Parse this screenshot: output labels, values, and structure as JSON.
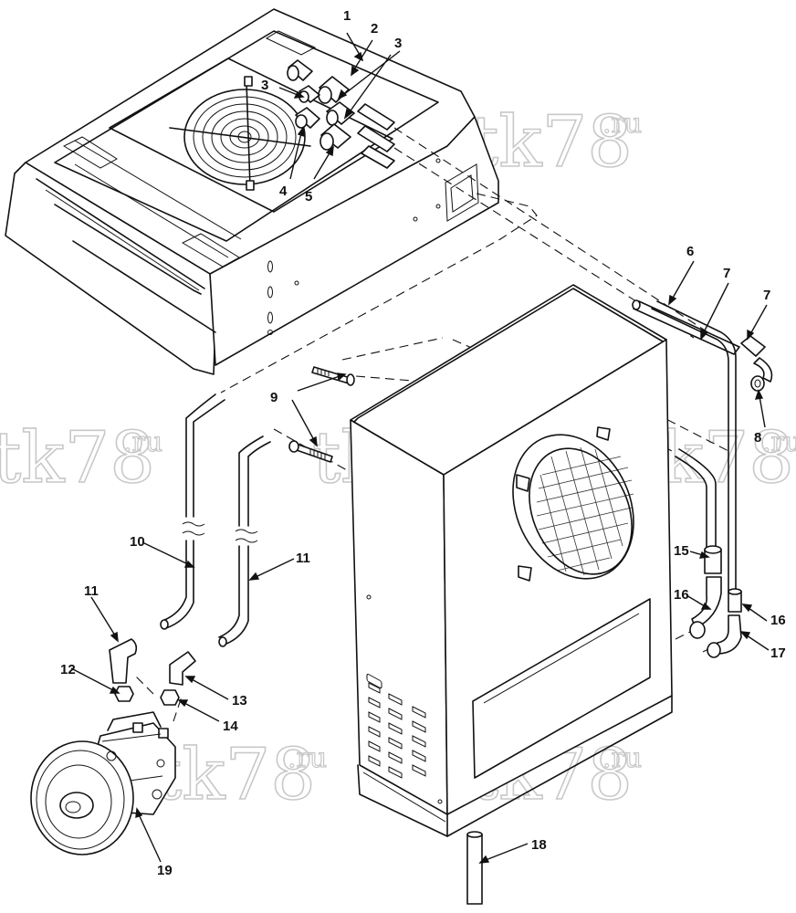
{
  "watermark": {
    "main": "tk78",
    "suffix": ".ru"
  },
  "labels": [
    "1",
    "2",
    "3",
    "3",
    "4",
    "5",
    "6",
    "7",
    "7",
    "8",
    "9",
    "10",
    "11",
    "11",
    "12",
    "13",
    "14",
    "15",
    "16",
    "16",
    "17",
    "18",
    "19"
  ]
}
